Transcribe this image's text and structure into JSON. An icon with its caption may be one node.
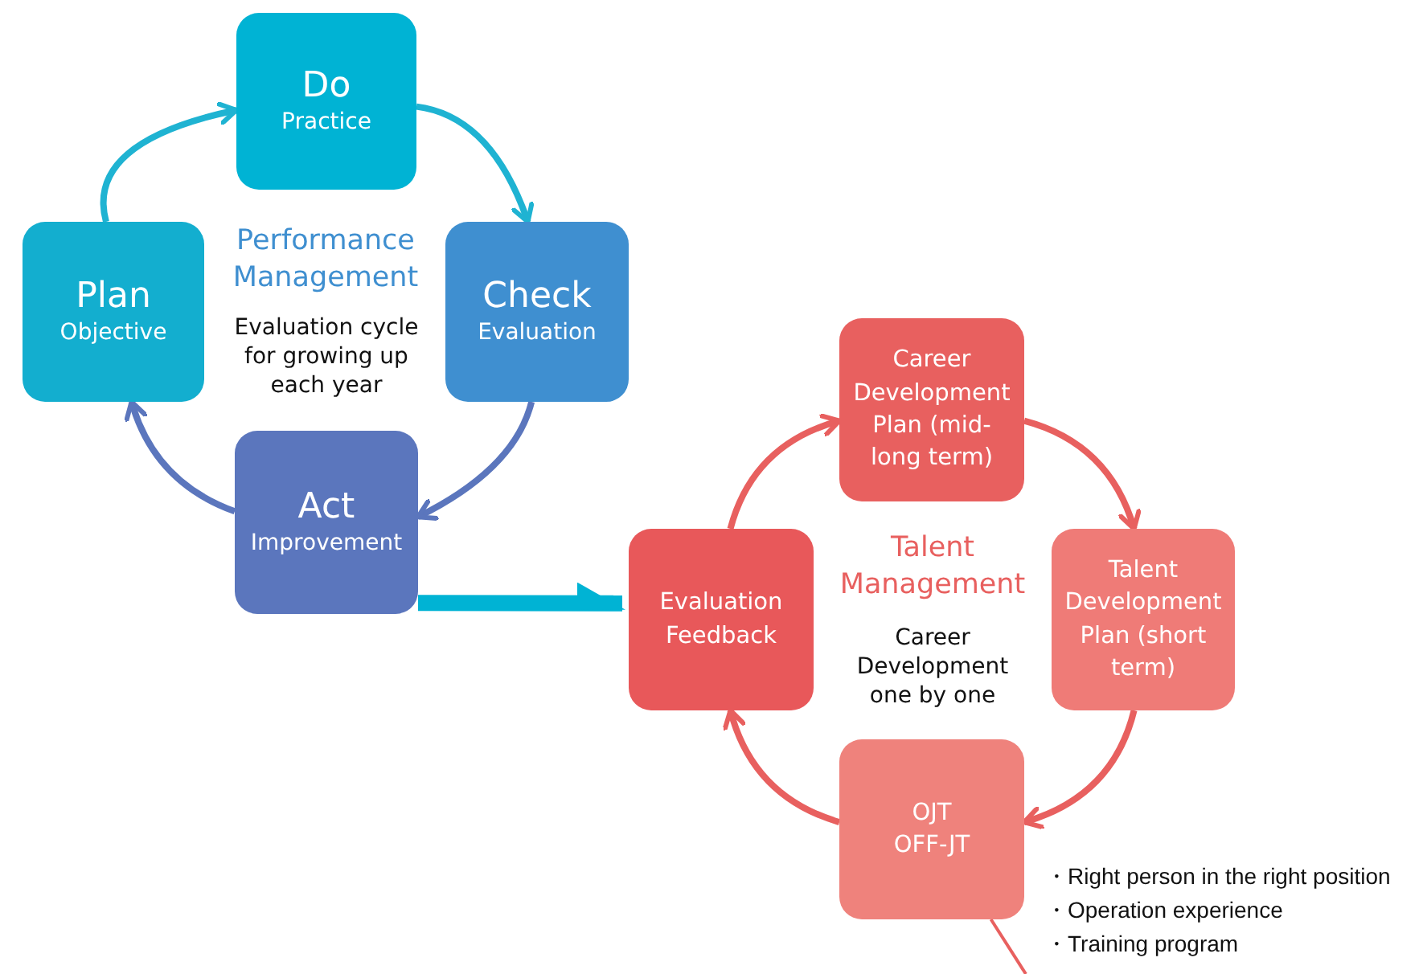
{
  "diagram": {
    "nodes": [
      {
        "text": [
          "Do",
          "Practice"
        ]
      },
      {
        "text": [
          "Plan",
          "Objective"
        ]
      },
      {
        "text": [
          "Check",
          "Evaluation"
        ]
      },
      {
        "text": [
          "Act",
          "Improvement"
        ]
      },
      {
        "text": [
          "Career Development Plan (mid-long term)"
        ]
      },
      {
        "text": [
          "Evaluation Feedback"
        ]
      },
      {
        "text": [
          "Talent Development Plan (short term)"
        ]
      },
      {
        "text": [
          "OJT OFF-JT"
        ]
      }
    ],
    "edges": [
      {
        "from": 1,
        "to": 0,
        "arrow": "to",
        "color": "#1fb3d2"
      },
      {
        "from": 0,
        "to": 2,
        "arrow": "to",
        "color": "#1fb3d2"
      },
      {
        "from": 2,
        "to": 3,
        "arrow": "to",
        "color": "#5b76bd"
      },
      {
        "from": 3,
        "to": 1,
        "arrow": "to",
        "color": "#5b76bd"
      },
      {
        "from": 3,
        "to": 5,
        "arrow": "to",
        "style": "thick",
        "color": "#00b3d4"
      },
      {
        "from": 5,
        "to": 4,
        "arrow": "to",
        "color": "#e8605f"
      },
      {
        "from": 4,
        "to": 6,
        "arrow": "to",
        "color": "#e8605f"
      },
      {
        "from": 6,
        "to": 7,
        "arrow": "to",
        "color": "#e8605f"
      },
      {
        "from": 7,
        "to": 5,
        "arrow": "to",
        "color": "#e8605f"
      },
      {
        "from": 7,
        "to": null,
        "arrow": "none",
        "color": "#e8605f"
      }
    ],
    "labels": [
      "Performance Management",
      "Evaluation cycle for growing up each year",
      "Talent Management",
      "Career Development one by one",
      "・Right person in the right position",
      "・Operation experience",
      "・Training program"
    ]
  }
}
